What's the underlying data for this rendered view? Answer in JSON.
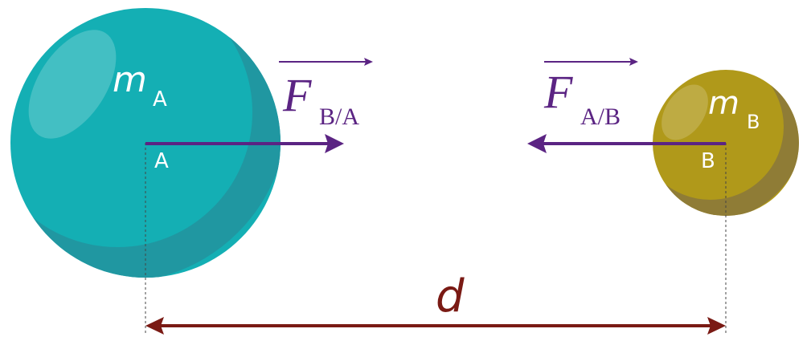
{
  "bodies": {
    "a": {
      "mass_symbol": "m",
      "mass_subscript": "A",
      "point_label": "A",
      "color": "#14afb4",
      "shade_color": "#2196a0"
    },
    "b": {
      "mass_symbol": "m",
      "mass_subscript": "B",
      "point_label": "B",
      "color": "#b0991a",
      "shade_color": "#8d7a38"
    }
  },
  "forces": {
    "b_on_a": {
      "symbol": "F",
      "subscript": "B/A"
    },
    "a_on_b": {
      "symbol": "F",
      "subscript": "A/B"
    },
    "color": "#5b2483"
  },
  "distance": {
    "label": "d",
    "color": "#7a1a14"
  }
}
